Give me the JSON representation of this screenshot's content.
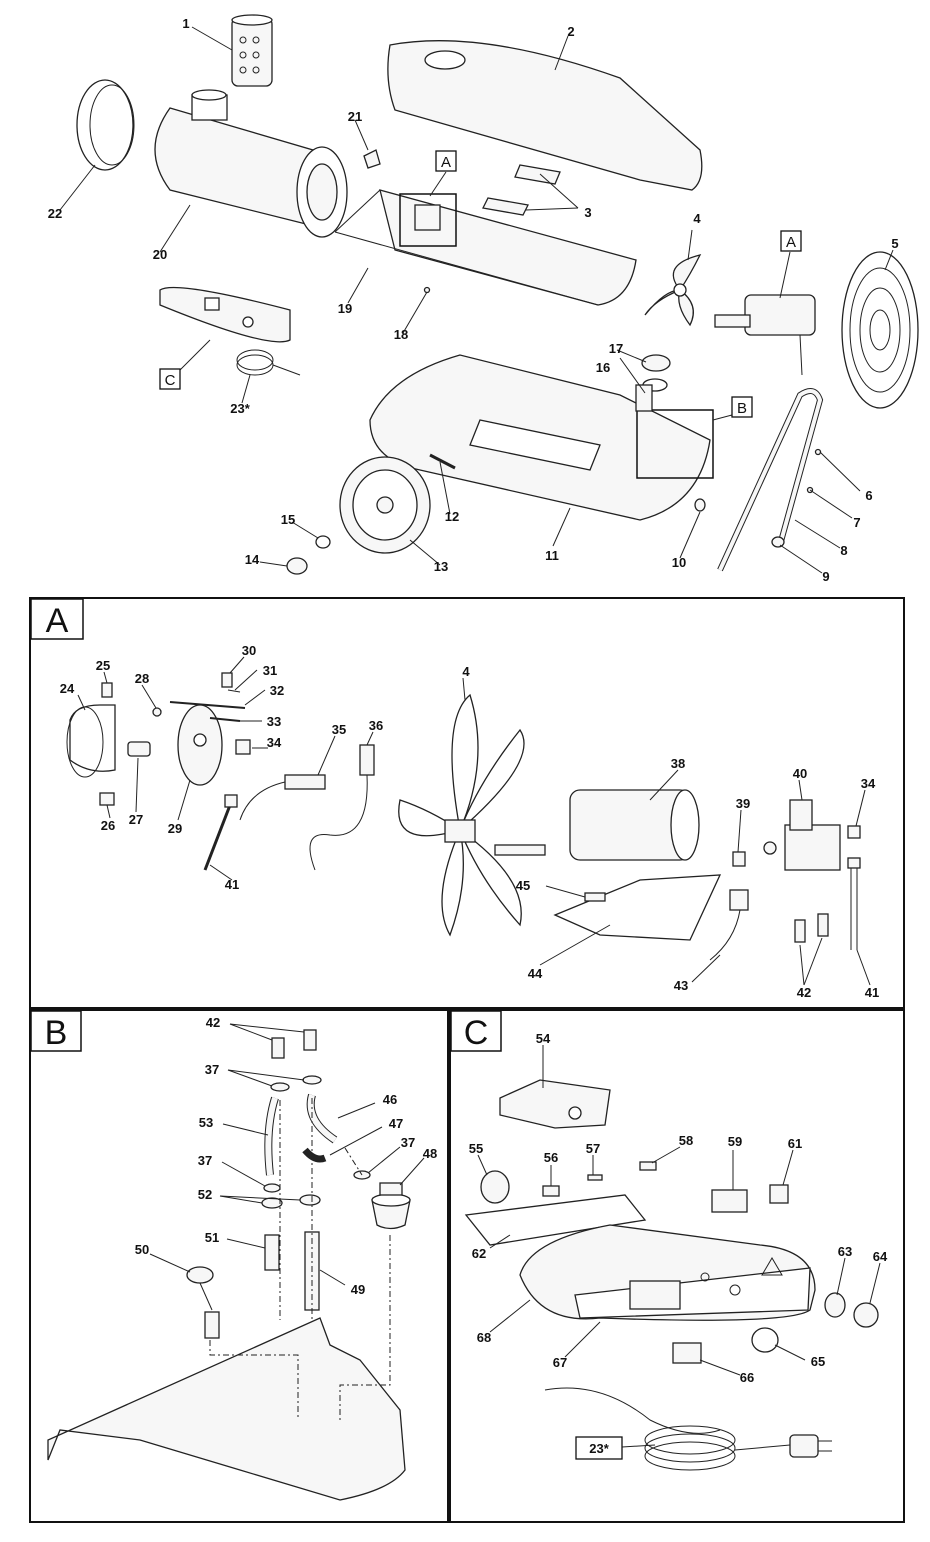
{
  "overview": {
    "callouts": [
      "1",
      "2",
      "3",
      "4",
      "5",
      "6",
      "7",
      "8",
      "9",
      "10",
      "11",
      "12",
      "13",
      "14",
      "15",
      "16",
      "17",
      "18",
      "19",
      "20",
      "21",
      "22",
      "23*"
    ],
    "box_labels": [
      "A",
      "A",
      "B",
      "C"
    ]
  },
  "section_a": {
    "title": "A",
    "callouts": [
      "24",
      "25",
      "26",
      "27",
      "28",
      "29",
      "30",
      "31",
      "32",
      "33",
      "34",
      "35",
      "36",
      "4",
      "38",
      "39",
      "40",
      "34",
      "45",
      "44",
      "43",
      "42",
      "41",
      "41"
    ]
  },
  "section_b": {
    "title": "B",
    "callouts": [
      "42",
      "37",
      "46",
      "53",
      "47",
      "37",
      "48",
      "37",
      "52",
      "51",
      "50",
      "49"
    ]
  },
  "section_c": {
    "title": "C",
    "callouts": [
      "54",
      "55",
      "56",
      "57",
      "58",
      "59",
      "61",
      "62",
      "63",
      "64",
      "68",
      "67",
      "66",
      "65"
    ],
    "cord_label": "23*"
  }
}
